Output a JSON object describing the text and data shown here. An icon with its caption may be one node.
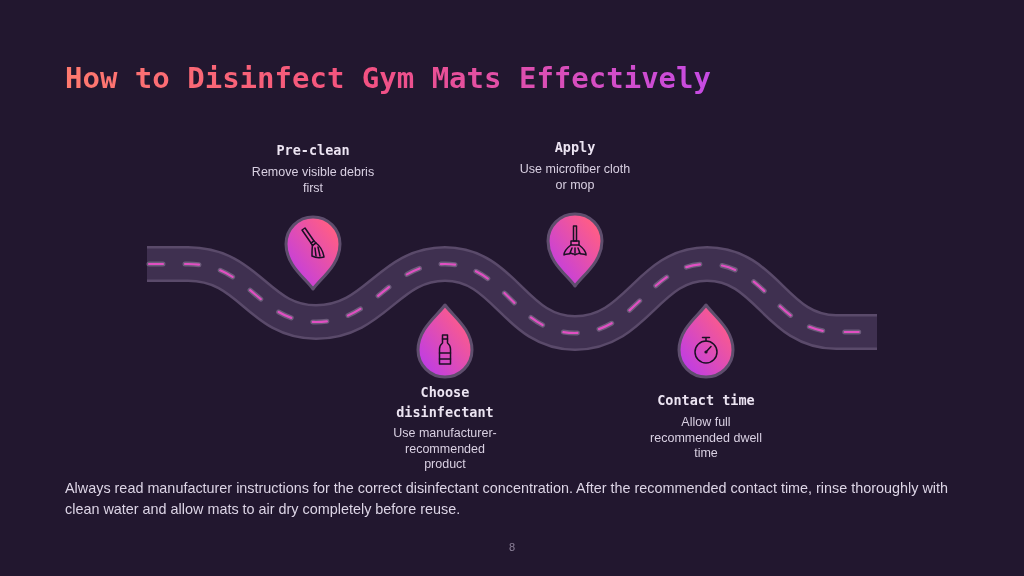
{
  "diagram": {
    "title": "How to Disinfect Gym Mats Effectively",
    "nodes": [
      {
        "text": [
          "Pre-clean",
          "Remove visible debris first"
        ]
      },
      {
        "text": [
          "Choose disinfectant",
          "Use manufacturer-recommended product"
        ]
      },
      {
        "text": [
          "Apply",
          "Use microfiber cloth or mop"
        ]
      },
      {
        "text": [
          "Contact time",
          "Allow full recommended dwell time"
        ]
      }
    ],
    "labels": [
      "Always read manufacturer instructions for the correct disinfectant concentration. After the recommended contact time, rinse thoroughly with clean water and allow mats to air dry completely before reuse.",
      "8"
    ]
  }
}
